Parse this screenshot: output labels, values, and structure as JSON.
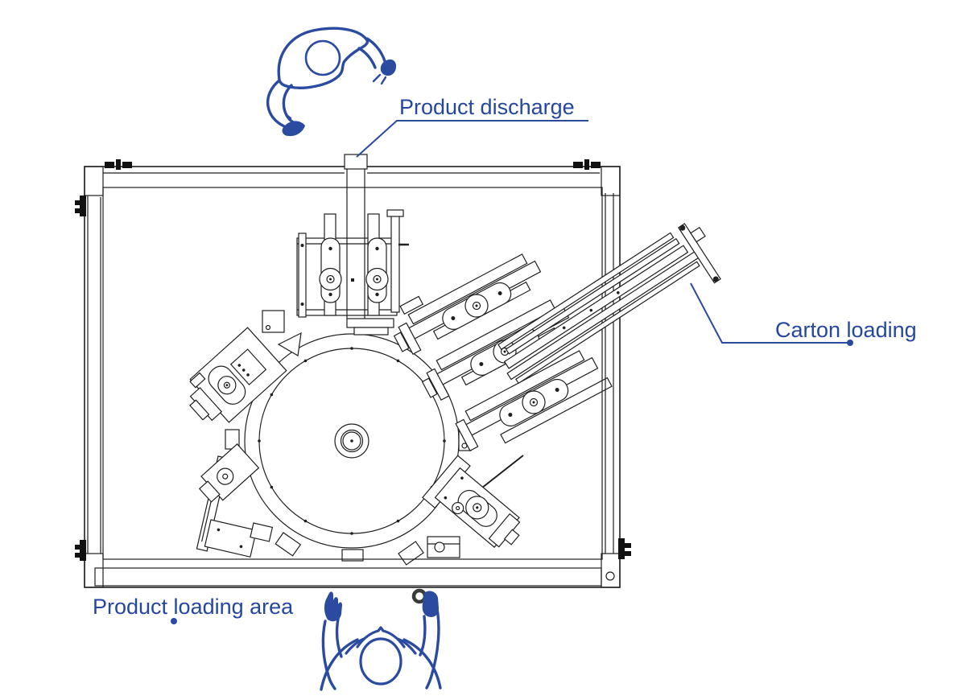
{
  "page": {
    "background": "#ffffff"
  },
  "colors": {
    "annotation_blue": "#2a4a9f",
    "operator_blue": "#2b4ba0",
    "drawing_line": "#1f1f1f",
    "clamp_black": "#111111",
    "held_ring_gray": "#3a3a3a"
  },
  "annotations": {
    "product_discharge": {
      "label": "Product discharge"
    },
    "carton_loading": {
      "label": "Carton loading"
    },
    "product_loading_area": {
      "label": "Product loading area"
    }
  },
  "icons": {
    "top_operator": "operator-top-view-icon",
    "bottom_operator": "operator-holding-product-icon",
    "machine_drawing": "rotary-machine-top-view-drawing"
  }
}
